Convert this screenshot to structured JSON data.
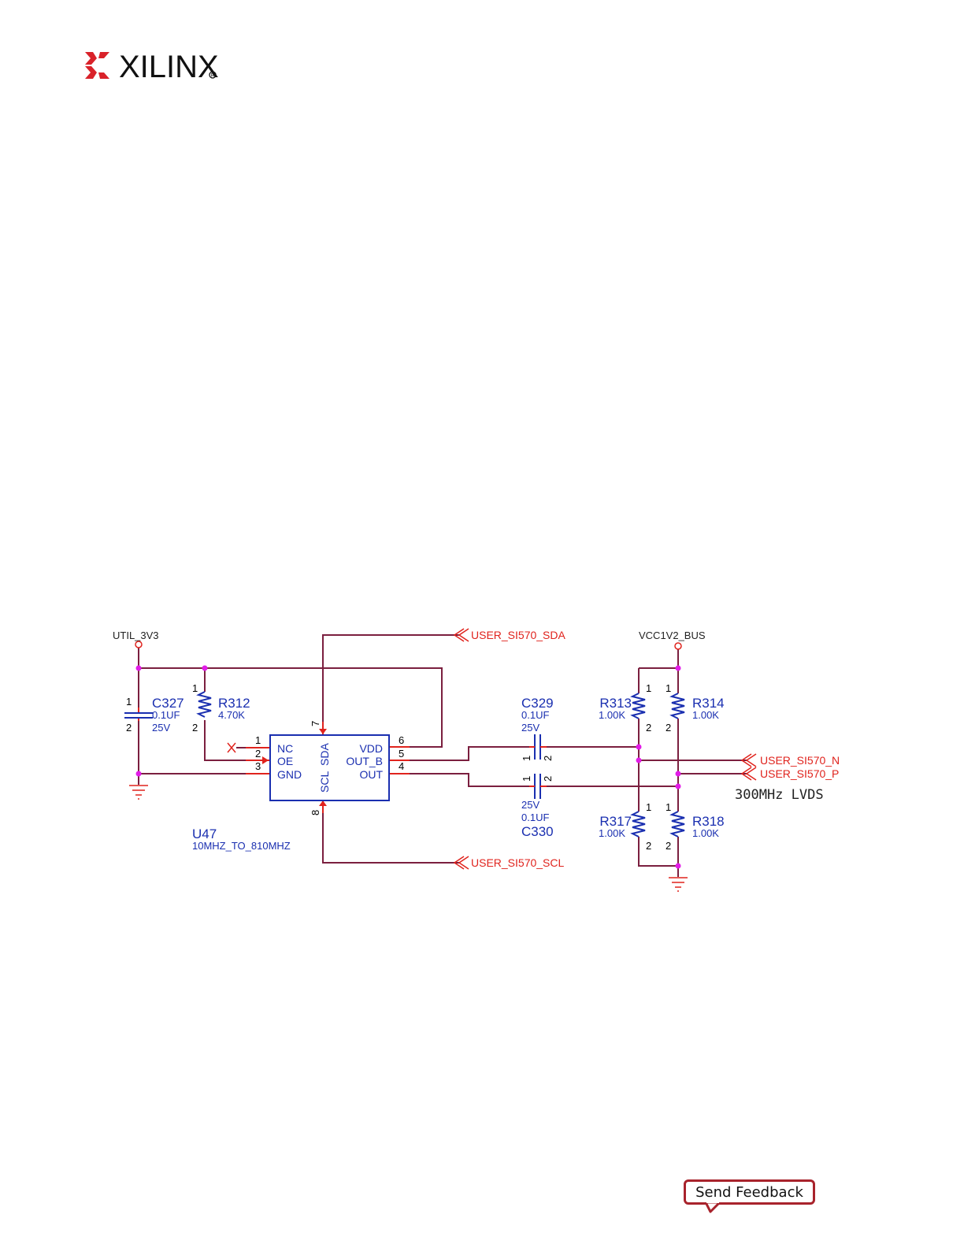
{
  "brand": {
    "logo_text": "XILINX",
    "logo_mark": "registered",
    "brand_color": "#d9222a"
  },
  "schematic": {
    "power": {
      "util": "UTIL_3V3",
      "vcc": "VCC1V2_BUS"
    },
    "c327": {
      "ref": "C327",
      "value": "0.1UF",
      "voltage": "25V",
      "pin1": "1",
      "pin2": "2"
    },
    "r312": {
      "ref": "R312",
      "value": "4.70K",
      "pin1": "1",
      "pin2": "2"
    },
    "u47": {
      "ref": "U47",
      "part": "10MHZ_TO_810MHZ",
      "left_pins": [
        {
          "num": "1",
          "name": "NC"
        },
        {
          "num": "2",
          "name": "OE"
        },
        {
          "num": "3",
          "name": "GND"
        }
      ],
      "right_pins": [
        {
          "num": "6",
          "name": "VDD"
        },
        {
          "num": "5",
          "name": "OUT_B"
        },
        {
          "num": "4",
          "name": "OUT"
        }
      ],
      "top_pin": {
        "num": "7",
        "name": "SDA"
      },
      "bottom_pin": {
        "num": "8",
        "name": "SCL"
      }
    },
    "c329": {
      "ref": "C329",
      "value": "0.1UF",
      "voltage": "25V",
      "pin1": "1",
      "pin2": "2"
    },
    "c330": {
      "ref": "C330",
      "value": "0.1UF",
      "voltage": "25V",
      "pin1": "1",
      "pin2": "2"
    },
    "r313": {
      "ref": "R313",
      "value": "1.00K",
      "pin1": "1",
      "pin2": "2"
    },
    "r314": {
      "ref": "R314",
      "value": "1.00K",
      "pin1": "1",
      "pin2": "2"
    },
    "r317": {
      "ref": "R317",
      "value": "1.00K",
      "pin1": "1",
      "pin2": "2"
    },
    "r318": {
      "ref": "R318",
      "value": "1.00K",
      "pin1": "1",
      "pin2": "2"
    },
    "nets": {
      "sda": "USER_SI570_SDA",
      "scl": "USER_SI570_SCL",
      "n": "USER_SI570_N",
      "p": "USER_SI570_P"
    },
    "note": "300MHz LVDS",
    "colors": {
      "wire": "#7b1f3f",
      "component": "#1a2fb0",
      "net_label": "#e0231d",
      "junction": "#e21ce8"
    }
  },
  "footer": {
    "send_feedback": "Send Feedback"
  }
}
